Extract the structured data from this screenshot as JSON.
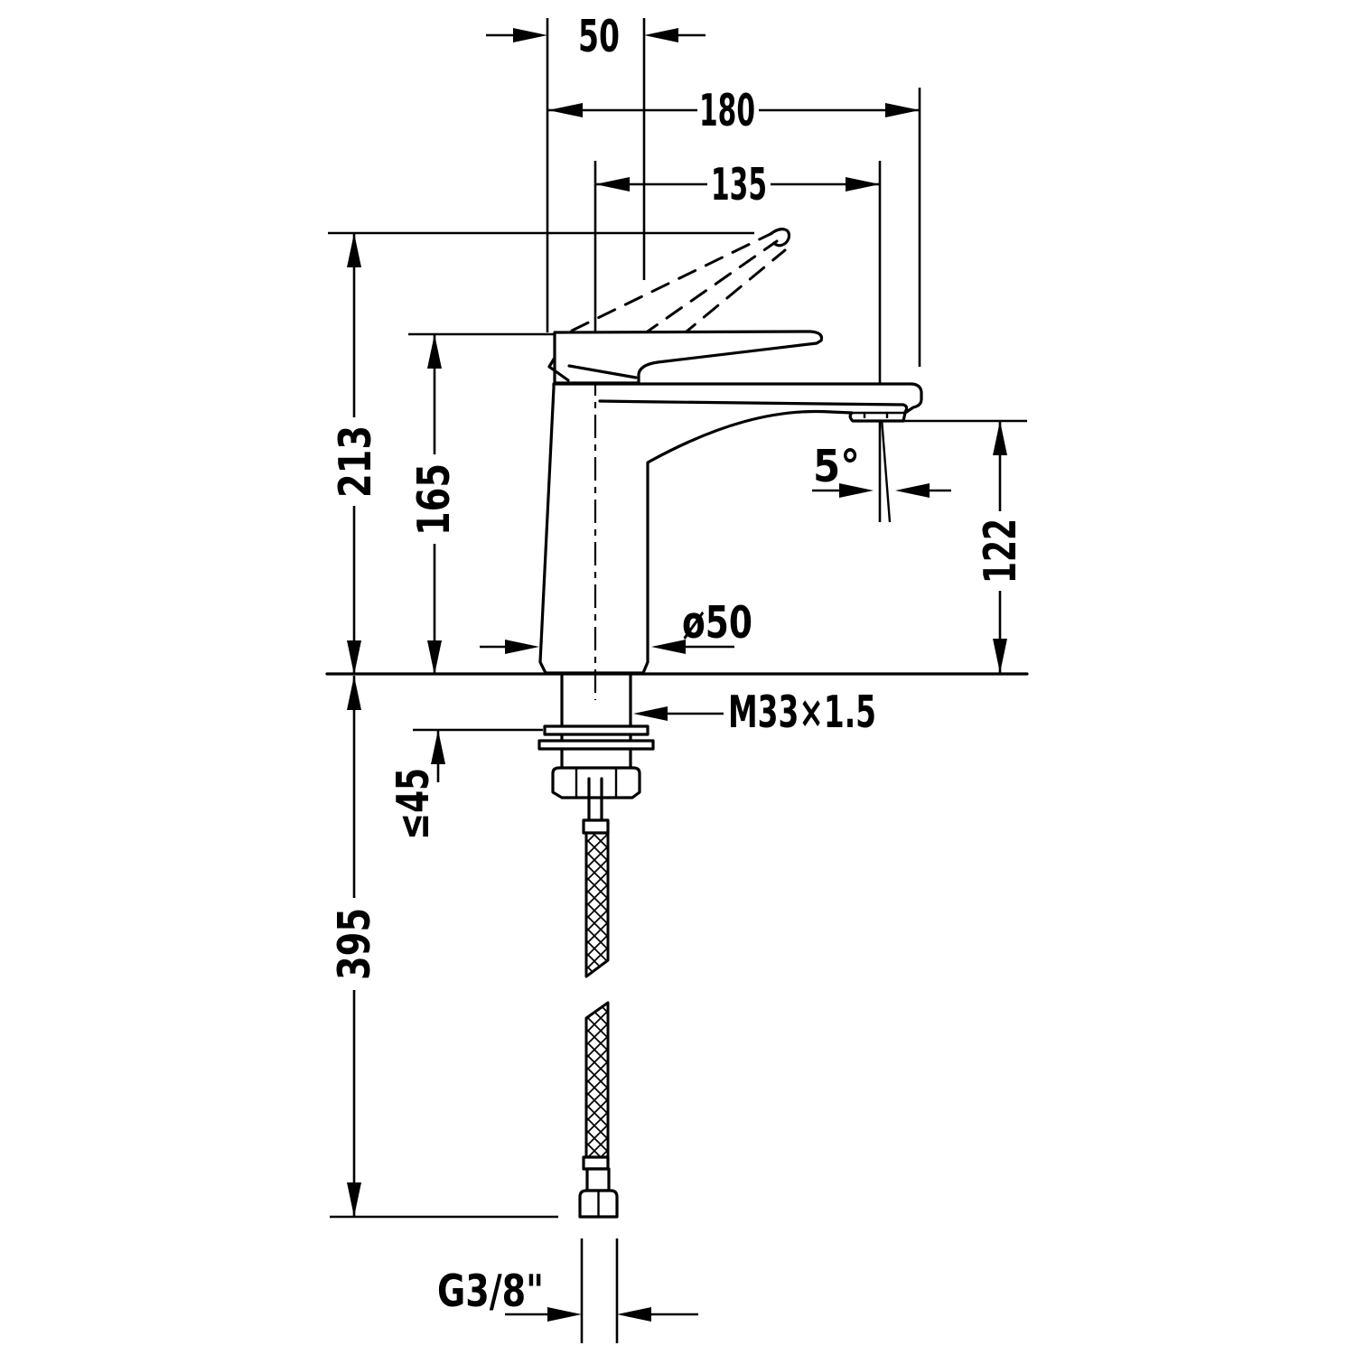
{
  "drawing": {
    "kind": "technical-dimension-drawing",
    "subject": "single-lever basin mixer faucet, side elevation with below-deck supply hose",
    "background_color": "#ffffff",
    "line_color": "#000000",
    "units": "mm"
  },
  "labels": [
    {
      "id": "handle-offset-width",
      "text": "50"
    },
    {
      "id": "total-projection",
      "text": "180"
    },
    {
      "id": "spout-reach",
      "text": "135"
    },
    {
      "id": "height-handle-open",
      "text": "213"
    },
    {
      "id": "body-height",
      "text": "165"
    },
    {
      "id": "spout-outlet-height",
      "text": "122"
    },
    {
      "id": "spout-angle",
      "text": "5°"
    },
    {
      "id": "base-diameter",
      "text": "ø50"
    },
    {
      "id": "shank-thread",
      "text": "M33×1.5"
    },
    {
      "id": "max-deck-thickness",
      "text": "≤45"
    },
    {
      "id": "hose-length",
      "text": "395"
    },
    {
      "id": "supply-connection-thread",
      "text": "G3/8\""
    }
  ]
}
